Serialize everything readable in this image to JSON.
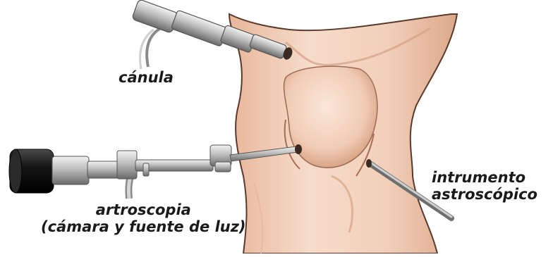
{
  "labels": {
    "cannula": "cánula",
    "arthroscope_line1": "artroscopia",
    "arthroscope_line2": "(cámara y fuente de luz)",
    "instrument_line1": "intrumento",
    "instrument_line2": "astroscópico"
  },
  "colors": {
    "skin": "#f3d2bd",
    "skin_shadow": "#d9a88c",
    "outline": "#3b2a22",
    "metal_light": "#dcdcdc",
    "metal_dark": "#6e6e6e",
    "eyepiece": "#111111",
    "background": "#ffffff"
  }
}
